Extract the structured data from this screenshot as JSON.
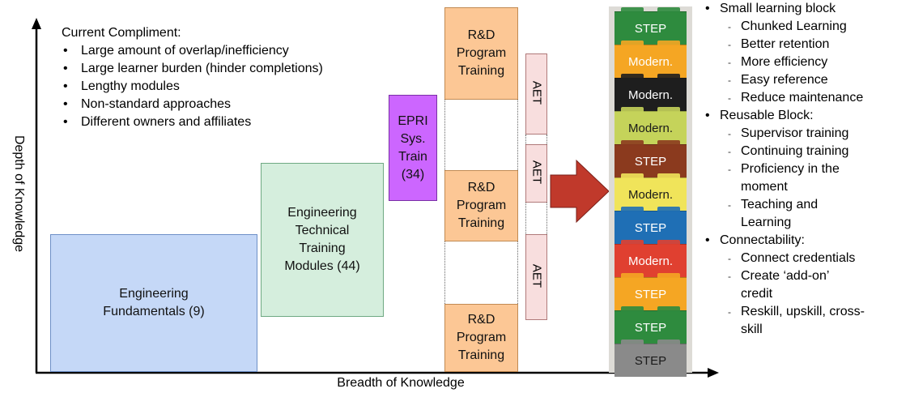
{
  "axes": {
    "y_label": "Depth of Knowledge",
    "x_label": "Breadth of Knowledge"
  },
  "current_compliment": {
    "title": "Current Compliment:",
    "items": [
      "Large amount of overlap/inefficiency",
      "Large learner burden (hinder completions)",
      "Lengthy modules",
      "Non-standard approaches",
      "Different owners and affiliates"
    ]
  },
  "boxes": {
    "fundamentals": "Engineering\nFundamentals (9)",
    "technical": "Engineering\nTechnical\nTraining\nModules (44)",
    "epri": "EPRI\nSys.\nTrain\n(34)",
    "rd_top": "R&D\nProgram\nTraining",
    "rd_middle": "R&D\nProgram\nTraining",
    "rd_bottom": "R&D\nProgram\nTraining",
    "aet_top": "AET",
    "aet_middle": "AET",
    "aet_bottom": "AET"
  },
  "stack": {
    "blocks": [
      {
        "label": "STEP",
        "color": "#2e8b3e",
        "text": "#ffffff"
      },
      {
        "label": "Modern.",
        "color": "#f5a623",
        "text": "#ffffff"
      },
      {
        "label": "Modern.",
        "color": "#1e1e1e",
        "text": "#ffffff"
      },
      {
        "label": "Modern.",
        "color": "#c5d35a",
        "text": "#1a1a1a"
      },
      {
        "label": "STEP",
        "color": "#8b3a1e",
        "text": "#ffffff"
      },
      {
        "label": "Modern.",
        "color": "#f0e45a",
        "text": "#1a1a1a"
      },
      {
        "label": "STEP",
        "color": "#1f6fb5",
        "text": "#ffffff"
      },
      {
        "label": "Modern.",
        "color": "#e04030",
        "text": "#ffffff"
      },
      {
        "label": "STEP",
        "color": "#f5a623",
        "text": "#ffffff"
      },
      {
        "label": "STEP",
        "color": "#2e8b3e",
        "text": "#ffffff"
      },
      {
        "label": "STEP",
        "color": "#8a8a8a",
        "text": "#1a1a1a"
      }
    ]
  },
  "right_panel": {
    "small_block": {
      "title": "Small learning block",
      "items": [
        "Chunked Learning",
        "Better retention",
        "More efficiency",
        "Easy reference",
        "Reduce maintenance"
      ]
    },
    "reusable": {
      "title": "Reusable Block:",
      "items": [
        "Supervisor training",
        "Continuing training",
        "Proficiency in the\nmoment",
        "Teaching and\nLearning"
      ]
    },
    "connectability": {
      "title": "Connectability:",
      "items": [
        "Connect credentials",
        "Create ‘add-on’\ncredit",
        "Reskill, upskill, cross-\nskill"
      ]
    },
    "dash": "-"
  },
  "colors": {
    "fundamentals": "#c5d8f7",
    "technical": "#d5eedd",
    "epri": "#cc66ff",
    "rd": "#fcc795",
    "aet": "#f8dede",
    "arrow": "#c0392b"
  }
}
